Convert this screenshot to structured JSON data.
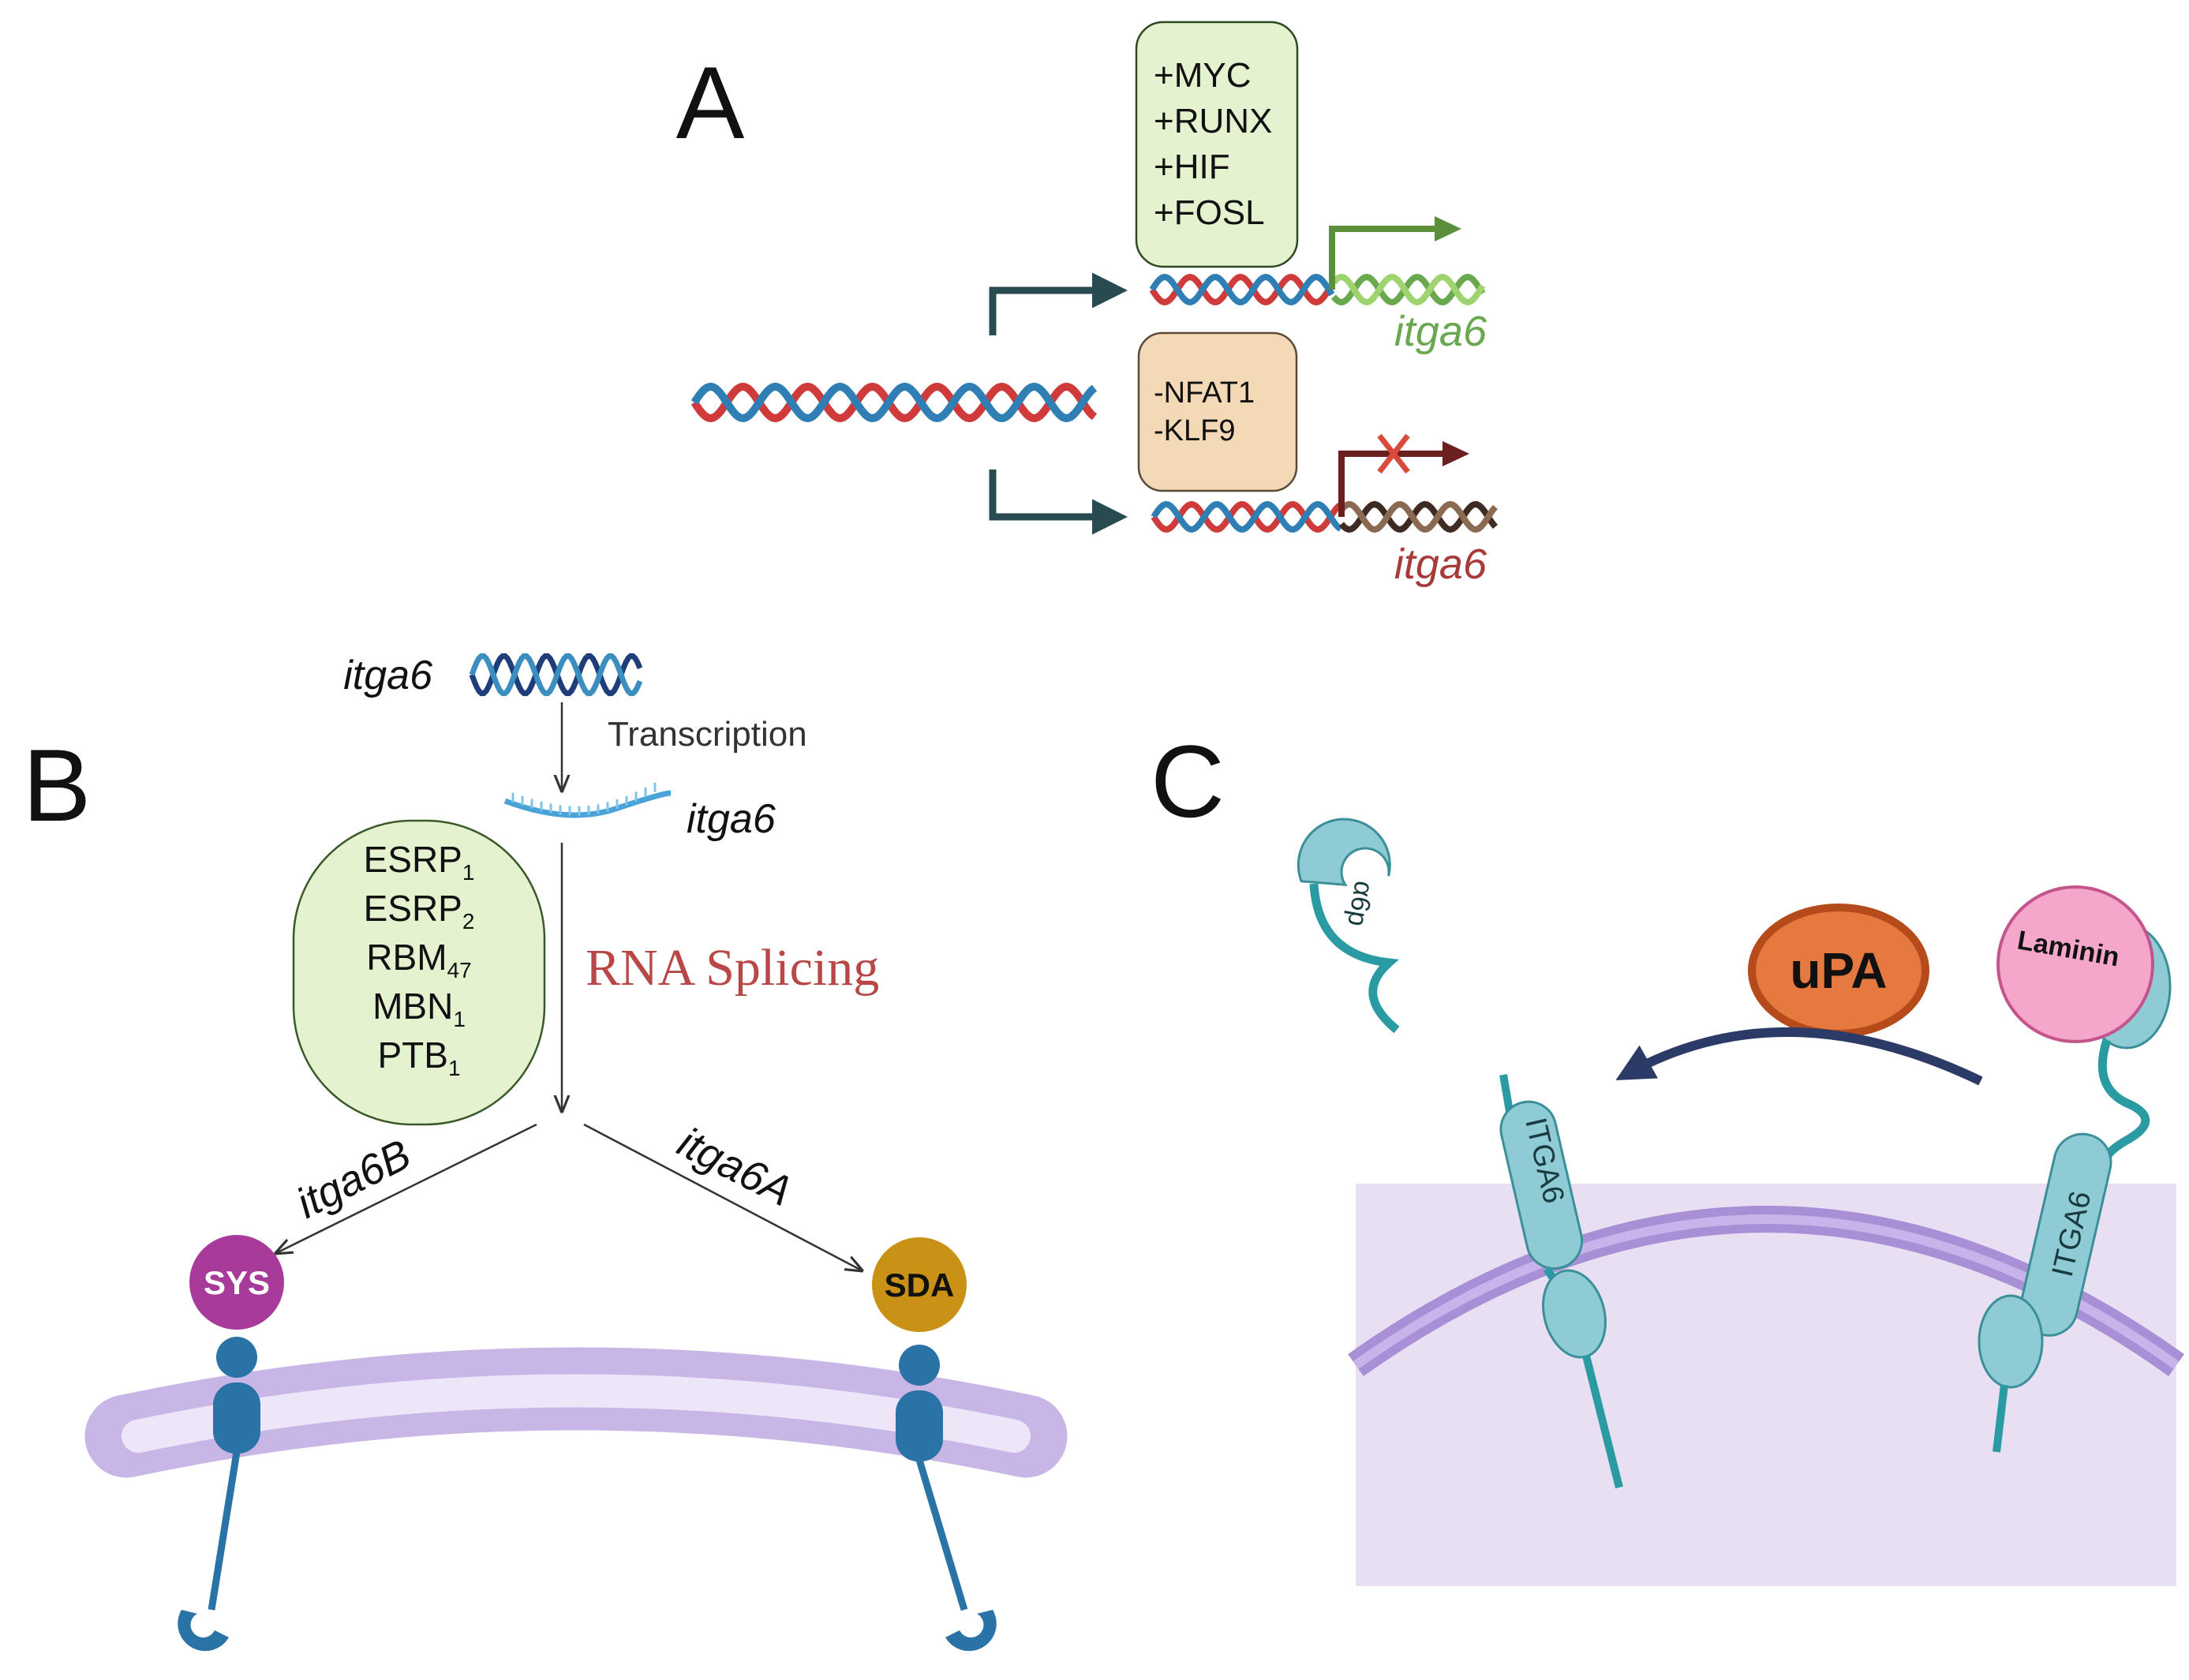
{
  "panels": {
    "a": {
      "label": "A",
      "activators": [
        "+MYC",
        "+RUNX",
        "+HIF",
        "+FOSL"
      ],
      "repressors": [
        "-NFAT1",
        "-KLF9"
      ],
      "gene_active": "itga6",
      "gene_repressed": "itga6"
    },
    "b": {
      "label": "B",
      "gene_dna": "itga6",
      "transcription": "Transcription",
      "gene_mrna": "itga6",
      "splicing": "RNA Splicing",
      "factors": [
        {
          "base": "ESRP",
          "sub": "1"
        },
        {
          "base": "ESRP",
          "sub": "2"
        },
        {
          "base": "RBM",
          "sub": "47"
        },
        {
          "base": "MBN",
          "sub": "1"
        },
        {
          "base": "PTB",
          "sub": "1"
        }
      ],
      "isoform_b": "itga6B",
      "isoform_a": "itga6A",
      "sys": "SYS",
      "sda": "SDA"
    },
    "c": {
      "label": "C",
      "a6bp": "α6p",
      "upa": "uPA",
      "laminin": "Laminin",
      "itga6_left": "ITGA6",
      "itga6_right": "ITGA6"
    }
  },
  "colors": {
    "dna_red": "#cf3b3b",
    "dna_blue": "#2f7fb5",
    "active_green": "#6aa84f",
    "repressed_red": "#a83a3a",
    "arrow_dark": "#274b4f",
    "activator_box": "#e4f2d0",
    "repressor_box": "#f4d9b7",
    "splicing_red": "#b94747",
    "sys_magenta": "#a83a9a",
    "sda_gold": "#c99116",
    "receptor_blue": "#2a73a6",
    "itga6_teal": "#8fcbd4",
    "upa_orange": "#e5793f",
    "laminin_pink": "#f4a6cb",
    "membrane_purple": "#c7b6e6"
  }
}
